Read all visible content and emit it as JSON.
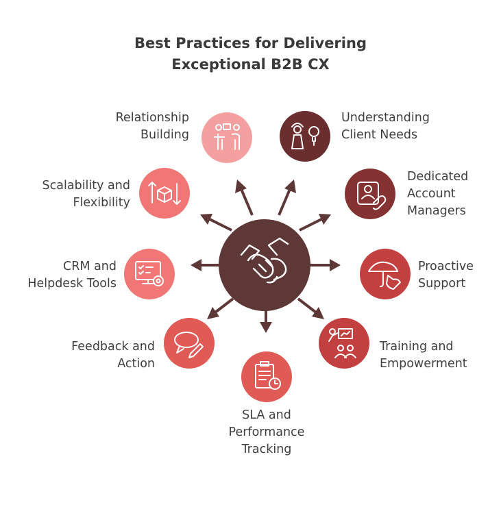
{
  "title": {
    "line1": "Best Practices for Delivering",
    "line2": "Exceptional B2B CX"
  },
  "center_icon": "handshake-icon",
  "colors": {
    "hub": "#5e3737",
    "dark": "#6a2e2e",
    "maroon": "#843232",
    "red": "#c2403f",
    "coral": "#e05a56",
    "salmon": "#f07775",
    "pink": "#f5a0a0",
    "text": "#3f3f3f"
  },
  "items": [
    {
      "key": "relationship",
      "lines": [
        "Relationship",
        "Building"
      ],
      "icon": "presenter-icon"
    },
    {
      "key": "understanding",
      "lines": [
        "Understanding",
        "Client Needs"
      ],
      "icon": "person-idea-icon"
    },
    {
      "key": "dedicated",
      "lines": [
        "Dedicated",
        "Account",
        "Managers"
      ],
      "icon": "account-manager-icon"
    },
    {
      "key": "proactive",
      "lines": [
        "Proactive",
        "Support"
      ],
      "icon": "umbrella-hand-icon"
    },
    {
      "key": "training",
      "lines": [
        "Training and",
        "Empowerment"
      ],
      "icon": "training-icon"
    },
    {
      "key": "sla",
      "lines": [
        "SLA and",
        "Performance",
        "Tracking"
      ],
      "icon": "clipboard-clock-icon"
    },
    {
      "key": "feedback",
      "lines": [
        "Feedback and",
        "Action"
      ],
      "icon": "chat-pencil-icon"
    },
    {
      "key": "crm",
      "lines": [
        "CRM and",
        "Helpdesk Tools"
      ],
      "icon": "monitor-gear-icon"
    },
    {
      "key": "scalability",
      "lines": [
        "Scalability and",
        "Flexibility"
      ],
      "icon": "box-arrows-icon"
    }
  ]
}
